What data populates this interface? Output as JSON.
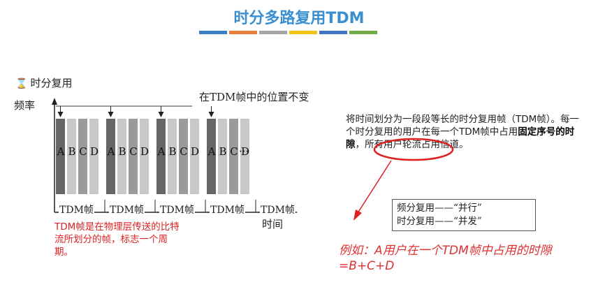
{
  "title": "时分多路复用TDM",
  "title_bar_colors": [
    "#3a7fc4",
    "#e87d3e",
    "#a5a5a5",
    "#f0c419",
    "#4472c4",
    "#70ad47"
  ],
  "figure": {
    "header_icon": "clock-icon",
    "header": "时分复用",
    "y_axis_label": "频率",
    "x_axis_label": "时间",
    "top_note": "在TDM帧中的位置不变",
    "slot_letters": [
      "A",
      "B",
      "C",
      "D",
      "A",
      "B",
      "C",
      "D",
      "A",
      "B",
      "C",
      "D",
      "A",
      "B",
      "C",
      "D"
    ],
    "ellipsis": "···",
    "frame_labels": [
      "TDM帧",
      "TDM帧",
      "TDM帧",
      "TDM帧",
      "TDM帧"
    ],
    "red_note": "TDM帧是在物理层传送的比特流所划分的帧，标志一个周期。"
  },
  "description": {
    "part1": "将时间划分为一段段等长的时分复用帧（TDM帧）。每一个时分复用的用户在每一个TDM帧中占用",
    "highlight": "固定序号的时隙",
    "part2": "，所有用户轮流占用信道。"
  },
  "compare": {
    "line1": "频分复用——“并行”",
    "line2": "时分复用——“并发”"
  },
  "example": "例如：A用户在一个TDM帧中占用的时隙=B+C+D",
  "colors": {
    "title": "#3a8fd0",
    "red": "#e03030",
    "slot_dark": "#666666",
    "slot_mid": "#9a9a9a",
    "slot_light": "#c8c8c8"
  }
}
